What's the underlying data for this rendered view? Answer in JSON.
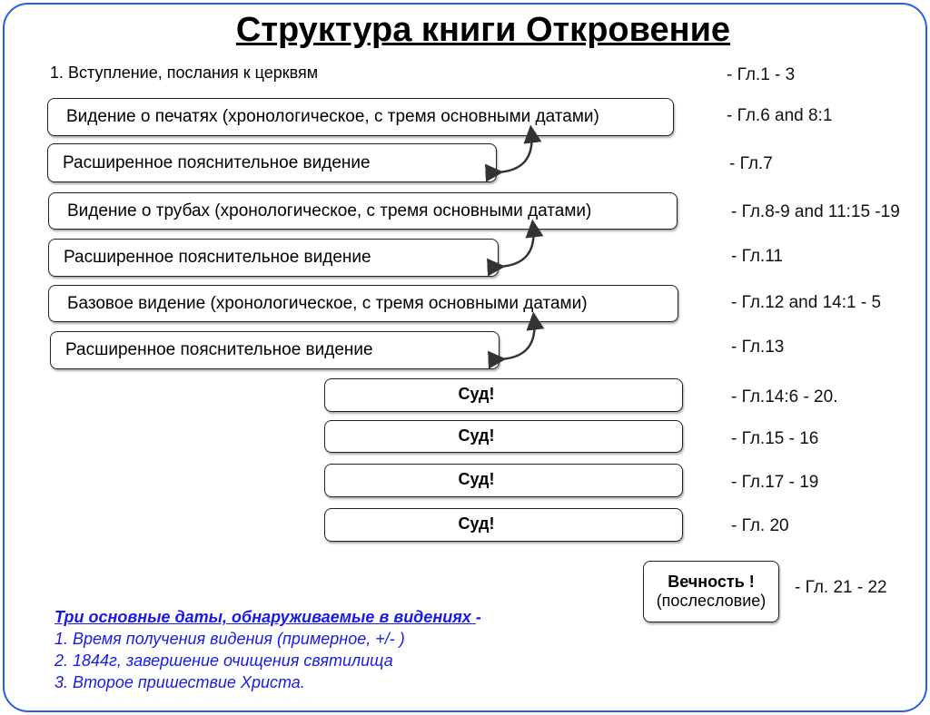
{
  "title": "Структура книги Откровение",
  "intro": "1. Вступление, послания к церквям",
  "boxes": [
    "Видение о печатях (хронологическое, с тремя основными датами)",
    "Расширенное пояснительное видение",
    "Видение о трубах (хронологическое, с тремя основными датами)",
    "Расширенное пояснительное видение",
    "Базовое видение (хронологическое, с тремя основными датами)",
    "Расширенное пояснительное видение"
  ],
  "judgments": [
    "Суд!",
    "Суд!",
    "Суд!",
    "Суд!"
  ],
  "eternity": {
    "line1": "Вечность !",
    "line2": "(послесловие)"
  },
  "refs": [
    "- Гл.1 - 3",
    "- Гл.6 and 8:1",
    "- Гл.7",
    "- Гл.8-9 and 11:15 -19",
    "- Гл.11",
    "- Гл.12 and 14:1 - 5",
    "- Гл.13",
    "- Гл.14:6 - 20.",
    "- Гл.15 - 16",
    "- Гл.17 - 19",
    "- Гл. 20",
    "- Гл. 21 - 22"
  ],
  "notes": {
    "heading": "Три основные даты, обнаруживаемые в видениях ",
    "dash": "-",
    "items": [
      "1. Время получения видения (примерное, +/- )",
      "2. 1844г, завершение очищения святилища",
      "3. Второе пришествие Христа."
    ]
  }
}
